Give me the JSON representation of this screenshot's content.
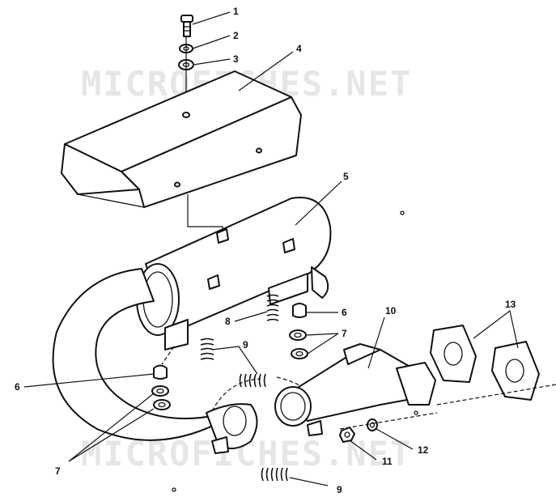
{
  "diagram": {
    "watermark": "MICROFICHES.NET",
    "callouts": [
      {
        "id": "c1",
        "label": "1"
      },
      {
        "id": "c2",
        "label": "2"
      },
      {
        "id": "c3",
        "label": "3"
      },
      {
        "id": "c4",
        "label": "4"
      },
      {
        "id": "c5",
        "label": "5"
      },
      {
        "id": "c6a",
        "label": "6"
      },
      {
        "id": "c7a",
        "label": "7"
      },
      {
        "id": "c8",
        "label": "8"
      },
      {
        "id": "c9a",
        "label": "9"
      },
      {
        "id": "c10",
        "label": "10"
      },
      {
        "id": "c13",
        "label": "13"
      },
      {
        "id": "c6b",
        "label": "6"
      },
      {
        "id": "c7b",
        "label": "7"
      },
      {
        "id": "c11",
        "label": "11"
      },
      {
        "id": "c12",
        "label": "12"
      },
      {
        "id": "c9b",
        "label": "9"
      }
    ]
  }
}
